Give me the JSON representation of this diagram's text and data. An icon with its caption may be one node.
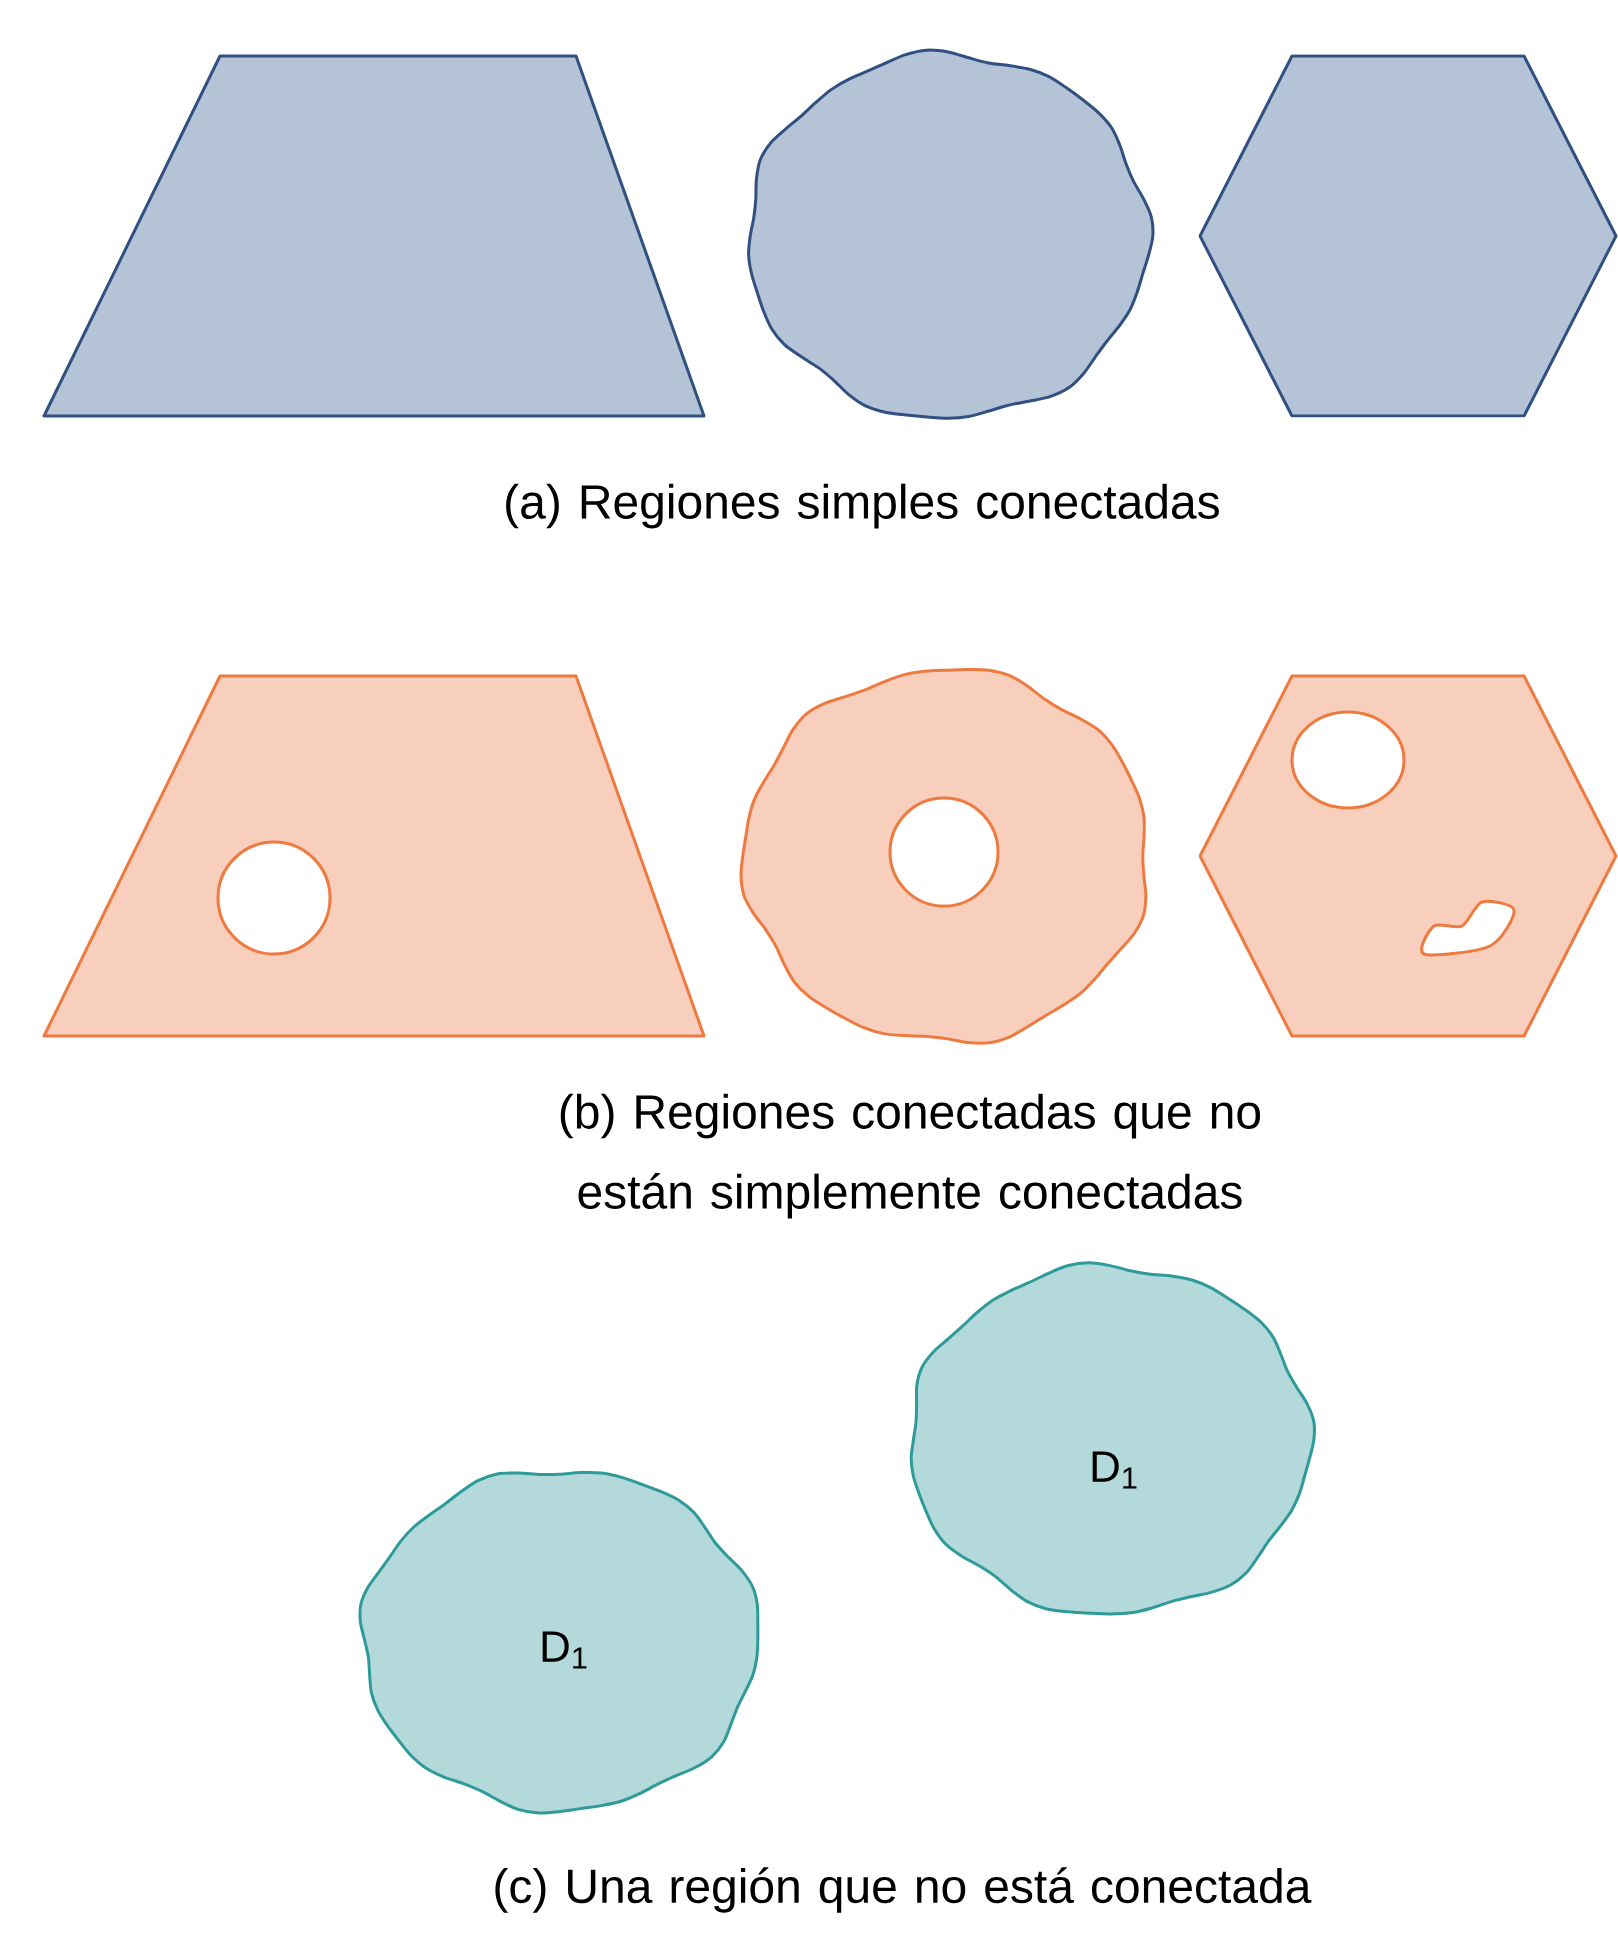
{
  "diagram": {
    "nodes": [
      {
        "text": [],
        "shape": "trapezoid"
      },
      {
        "text": [],
        "shape": "blob"
      },
      {
        "text": [],
        "shape": "hexagon"
      },
      {
        "text": [],
        "shape": "trapezoid"
      },
      {
        "text": [],
        "shape": "blob"
      },
      {
        "text": [],
        "shape": "hexagon"
      },
      {
        "text": [
          "D$_{1}$"
        ]
      },
      {
        "text": [
          "D$_{1}$"
        ]
      }
    ],
    "edges": [],
    "labels": [
      "(a) Regiones simples conectadas",
      "(b) Regiones conectadas que no están simplemente conectadas",
      "(c) Una región que no está conectada"
    ]
  }
}
